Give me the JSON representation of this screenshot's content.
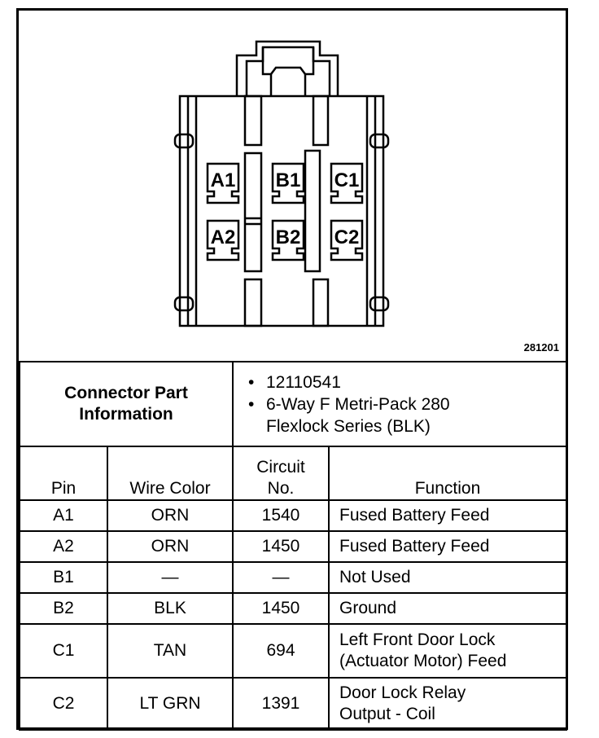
{
  "figure_number": "281201",
  "connector": {
    "info_label_line1": "Connector Part",
    "info_label_line2": "Information",
    "part_number": "12110541",
    "description_line1": "6-Way F Metri-Pack 280",
    "description_line2": "Flexlock Series (BLK)",
    "bullet": "•"
  },
  "pin_labels": [
    "A1",
    "B1",
    "C1",
    "A2",
    "B2",
    "C2"
  ],
  "headers": {
    "pin": "Pin",
    "wire_color": "Wire Color",
    "circuit_line1": "Circuit",
    "circuit_line2": "No.",
    "function": "Function"
  },
  "rows": [
    {
      "pin": "A1",
      "wire": "ORN",
      "circuit": "1540",
      "function1": "Fused Battery Feed",
      "function2": ""
    },
    {
      "pin": "A2",
      "wire": "ORN",
      "circuit": "1450",
      "function1": "Fused Battery Feed",
      "function2": ""
    },
    {
      "pin": "B1",
      "wire": "—",
      "circuit": "—",
      "function1": "Not Used",
      "function2": ""
    },
    {
      "pin": "B2",
      "wire": "BLK",
      "circuit": "1450",
      "function1": "Ground",
      "function2": ""
    },
    {
      "pin": "C1",
      "wire": "TAN",
      "circuit": "694",
      "function1": "Left Front Door Lock",
      "function2": "(Actuator Motor) Feed"
    },
    {
      "pin": "C2",
      "wire": "LT GRN",
      "circuit": "1391",
      "function1": "Door Lock Relay",
      "function2": "Output - Coil"
    }
  ]
}
